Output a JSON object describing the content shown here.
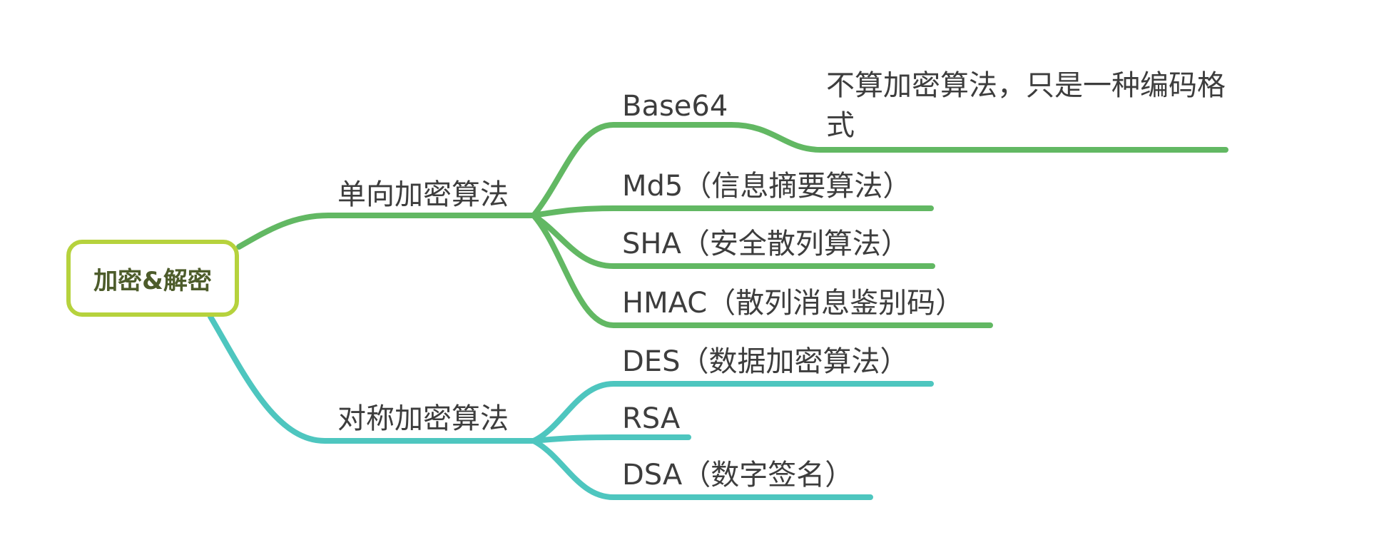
{
  "root": {
    "label": "加密&解密",
    "border_color": "#b6d23d",
    "text_color": "#4d5c2b"
  },
  "colors": {
    "branch_one_way": "#62b863",
    "branch_symmetric": "#4ec6bf",
    "text": "#3d3d3d"
  },
  "branches": [
    {
      "label": "单向加密算法",
      "children": [
        {
          "label": "Base64",
          "children": [
            {
              "label": "不算加密算法，只是一种编码格式"
            }
          ]
        },
        {
          "label": "Md5（信息摘要算法）"
        },
        {
          "label": "SHA（安全散列算法）"
        },
        {
          "label": "HMAC（散列消息鉴别码）"
        }
      ]
    },
    {
      "label": "对称加密算法",
      "children": [
        {
          "label": "DES（数据加密算法）"
        },
        {
          "label": "RSA"
        },
        {
          "label": "DSA（数字签名）"
        }
      ]
    }
  ]
}
